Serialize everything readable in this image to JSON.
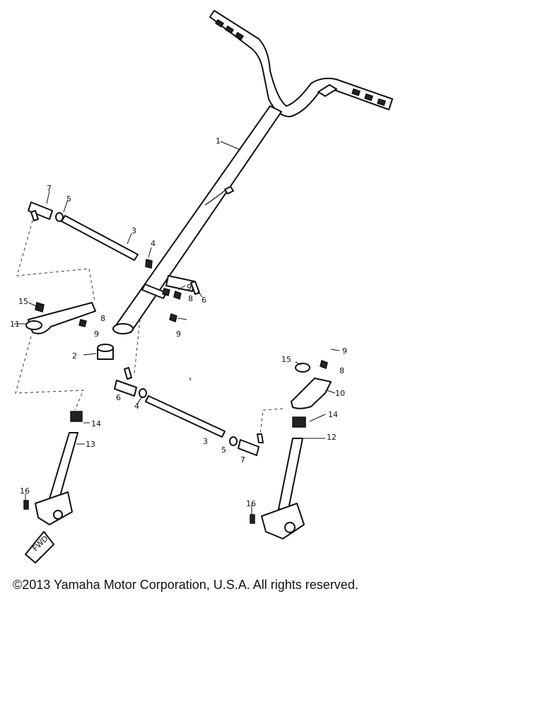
{
  "callouts": [
    {
      "id": "c1",
      "text": "1"
    },
    {
      "id": "c2",
      "text": "2"
    },
    {
      "id": "c3a",
      "text": "3"
    },
    {
      "id": "c3b",
      "text": "3"
    },
    {
      "id": "c4a",
      "text": "4"
    },
    {
      "id": "c4b",
      "text": "4"
    },
    {
      "id": "c5a",
      "text": "5"
    },
    {
      "id": "c5b",
      "text": "5"
    },
    {
      "id": "c6a",
      "text": "6"
    },
    {
      "id": "c6b",
      "text": "6"
    },
    {
      "id": "c7a",
      "text": "7"
    },
    {
      "id": "c7b",
      "text": "7"
    },
    {
      "id": "c8a",
      "text": "8"
    },
    {
      "id": "c8b",
      "text": "8"
    },
    {
      "id": "c8c",
      "text": "8"
    },
    {
      "id": "c9a",
      "text": "9"
    },
    {
      "id": "c9b",
      "text": "9"
    },
    {
      "id": "c9c",
      "text": "9"
    },
    {
      "id": "c9d",
      "text": "9"
    },
    {
      "id": "c10",
      "text": "10"
    },
    {
      "id": "c11",
      "text": "11"
    },
    {
      "id": "c12",
      "text": "12"
    },
    {
      "id": "c13",
      "text": "13"
    },
    {
      "id": "c14a",
      "text": "14"
    },
    {
      "id": "c14b",
      "text": "14"
    },
    {
      "id": "c15a",
      "text": "15"
    },
    {
      "id": "c15b",
      "text": "15"
    },
    {
      "id": "c16a",
      "text": "16"
    },
    {
      "id": "c16b",
      "text": "16"
    }
  ],
  "fwd_label": "FWD",
  "copyright": "©2013 Yamaha Motor Corporation, U.S.A. All rights reserved."
}
